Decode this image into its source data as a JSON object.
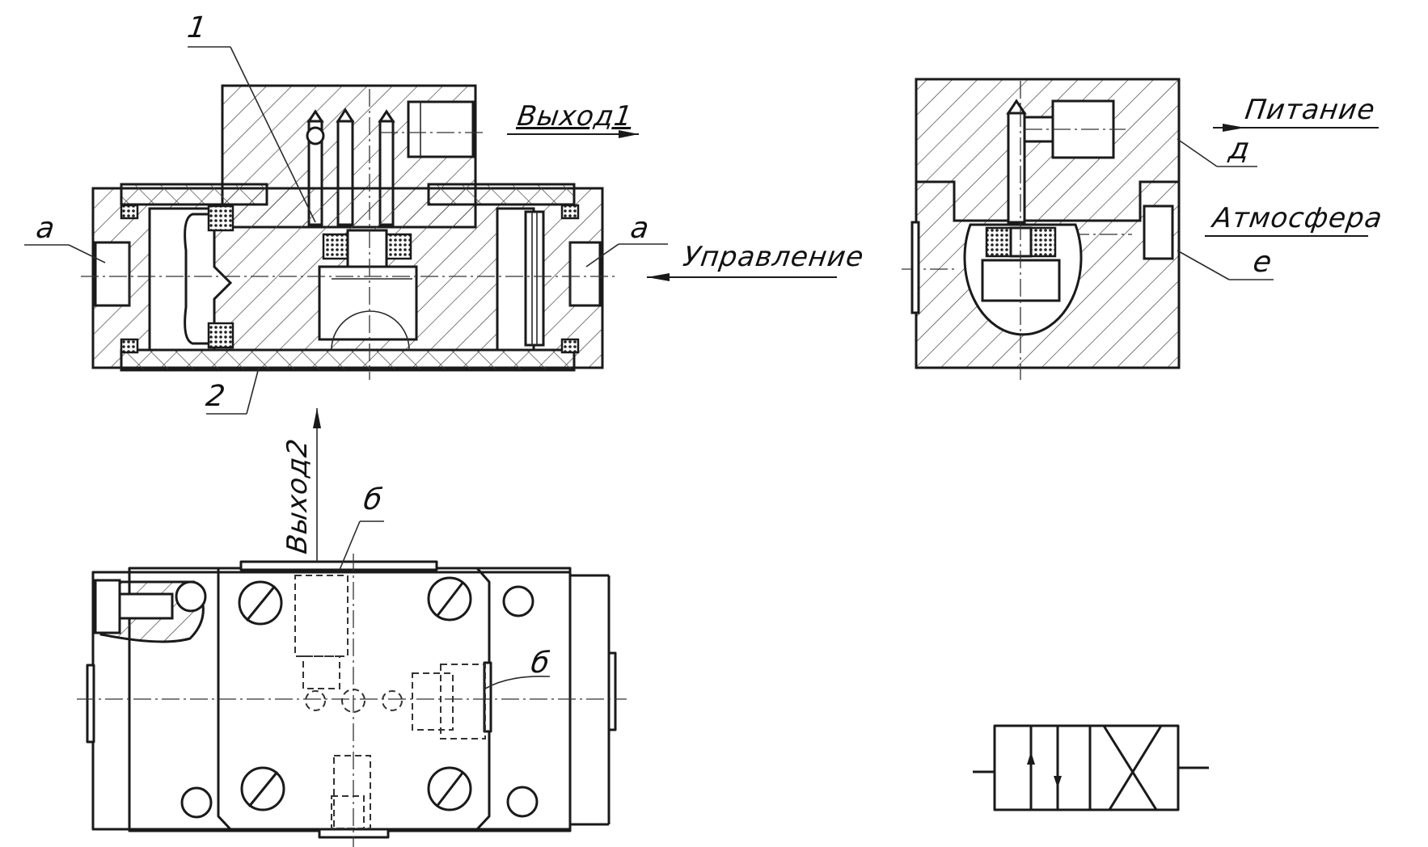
{
  "drawing": {
    "type": "technical-drawing",
    "subject": "pneumatic valve assembly",
    "views": [
      "main-section",
      "side-section",
      "plan-view",
      "valve-symbol"
    ]
  },
  "labels": {
    "part_1": "1",
    "part_2": "2",
    "port_a_left": "а",
    "port_a_right": "а",
    "port_b_top": "б",
    "port_b_right": "б",
    "port_d": "д",
    "port_e": "е",
    "output_1": "Выход1",
    "output_2": "Выход2",
    "control": "Управление",
    "supply": "Питание",
    "atmosphere": "Атмосфера"
  },
  "colors": {
    "line": "#1a1a1a",
    "background": "#ffffff"
  }
}
